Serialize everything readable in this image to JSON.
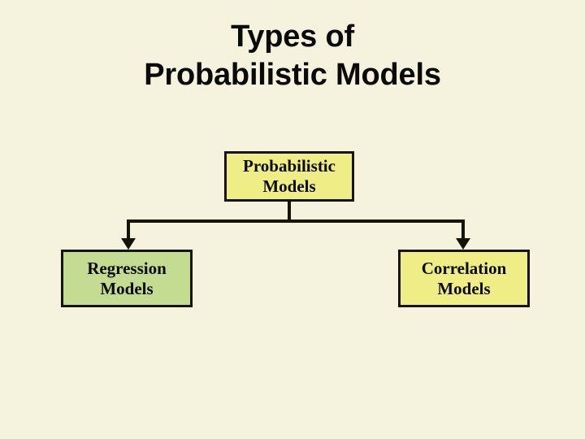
{
  "slide": {
    "background_color": "#f5f2de",
    "title": {
      "line1": "Types of",
      "line2": "Probabilistic Models"
    }
  },
  "diagram": {
    "type": "tree",
    "orientation": "top-down",
    "line_color": "#141404",
    "nodes": [
      {
        "id": "root",
        "label_line1": "Probabilistic",
        "label_line2": "Models",
        "fill_color": "#efed85",
        "border_color": "#141404",
        "level": 0
      },
      {
        "id": "regression",
        "label_line1": "Regression",
        "label_line2": "Models",
        "fill_color": "#c3dc91",
        "border_color": "#141404",
        "level": 1
      },
      {
        "id": "correlation",
        "label_line1": "Correlation",
        "label_line2": "Models",
        "fill_color": "#efed85",
        "border_color": "#141404",
        "level": 1
      }
    ],
    "edges": [
      {
        "from": "root",
        "to": "regression",
        "arrow": "down"
      },
      {
        "from": "root",
        "to": "correlation",
        "arrow": "down"
      }
    ]
  }
}
